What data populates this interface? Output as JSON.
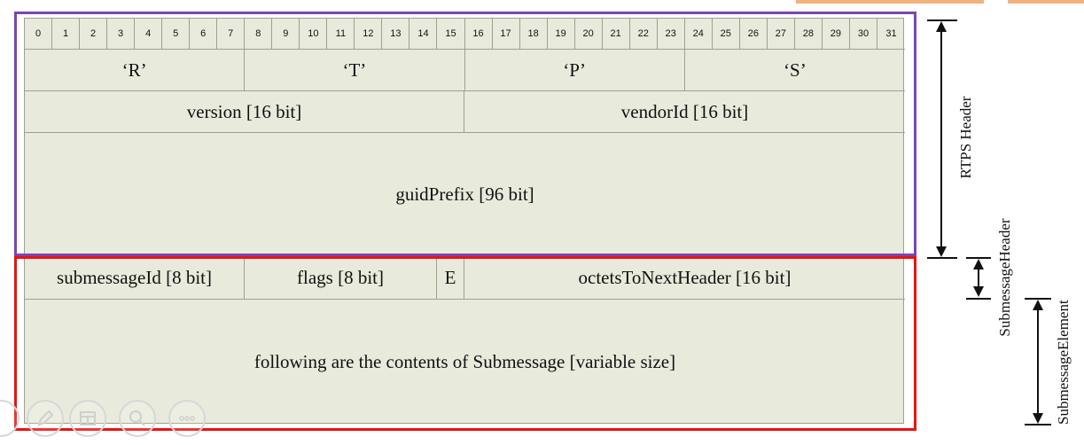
{
  "bit_numbers": [
    "0",
    "1",
    "2",
    "3",
    "4",
    "5",
    "6",
    "7",
    "8",
    "9",
    "10",
    "11",
    "12",
    "13",
    "14",
    "15",
    "16",
    "17",
    "18",
    "19",
    "20",
    "21",
    "22",
    "23",
    "24",
    "25",
    "26",
    "27",
    "28",
    "29",
    "30",
    "31"
  ],
  "protocol_row": [
    "‘R’",
    "‘T’",
    "‘P’",
    "‘S’"
  ],
  "version_field": "version [16 bit]",
  "vendor_field": "vendorId [16 bit]",
  "guid_field": "guidPrefix [96 bit]",
  "submessage_id_field": "submessageId [8 bit]",
  "flags_field": "flags [8 bit]",
  "e_field": "E",
  "octets_field": "octetsToNextHeader [16 bit]",
  "contents_field": "following are the contents of Submessage [variable size]",
  "labels": {
    "rtps_header": "RTPS Header",
    "submessage_header": "SubmessageHeader",
    "submessage_element": "SubmessageElement"
  },
  "colors": {
    "rtps_frame": "#7a46b3",
    "submessage_frame": "#ee1111",
    "cell_fill": "#e8ebdc"
  },
  "toolbar_icons": [
    "circle-icon",
    "pen-icon",
    "layout-icon",
    "zoom-icon",
    "more-icon"
  ]
}
